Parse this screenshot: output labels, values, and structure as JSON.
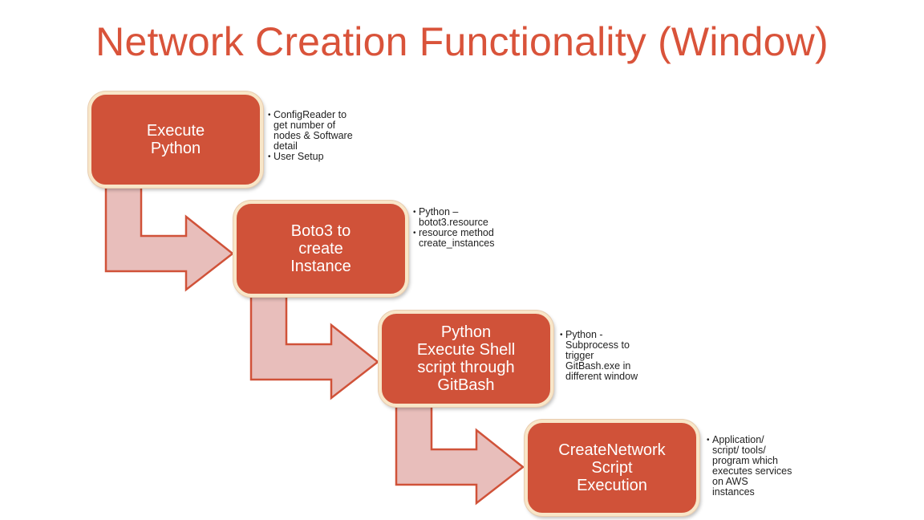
{
  "title": "Network Creation Functionality (Window)",
  "colors": {
    "title": "#d9533a",
    "box": "#d05239",
    "box_border": "#f8e6c8",
    "arrow": "#e8bebb",
    "arrow_stroke": "#d05239"
  },
  "steps": [
    {
      "label": "Execute\nPython",
      "notes": [
        "ConfigReader  to\nget number of\nnodes & Software\ndetail",
        "User Setup"
      ]
    },
    {
      "label": "Boto3 to\ncreate\nInstance",
      "notes": [
        "Python –\nbotot3.resource",
        "resource  method\ncreate_instances"
      ]
    },
    {
      "label": "Python\nExecute Shell\nscript through\nGitBash",
      "notes": [
        "Python -\nSubprocess to\ntrigger\nGitBash.exe in\ndifferent  window"
      ]
    },
    {
      "label": "CreateNetwork\nScript\nExecution",
      "notes": [
        "Application/\nscript/ tools/\nprogram which\nexecutes services\non AWS\ninstances"
      ]
    }
  ]
}
